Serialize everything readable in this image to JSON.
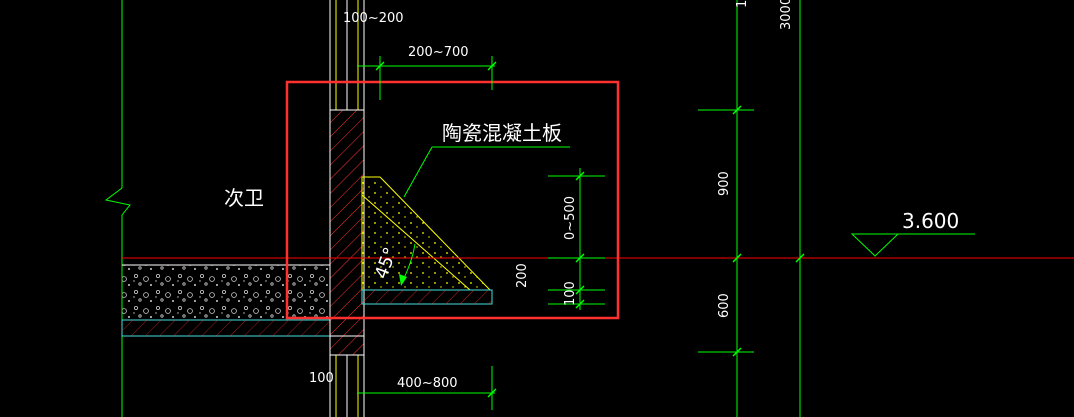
{
  "colors": {
    "background": "#000000",
    "dimension": "#00ff00",
    "wall": "#ffffff",
    "hatch": "#ff3333",
    "highlight": "#ff3030",
    "slab": "#ffff00",
    "cyan": "#40e0e0",
    "level": "#00ff00",
    "redline": "#ff0000",
    "text": "#ffffff"
  },
  "labels": {
    "room_name": "次卫",
    "panel_label": "陶瓷混凝土板",
    "level_value": "3.600",
    "angle": "45°"
  },
  "dimensions": {
    "top_wall": "100~200",
    "top_width": "200~700",
    "bottom_wall": "100",
    "bottom_width": "400~800",
    "height_range": "0~500",
    "slab_thickness": "100",
    "depth": "200",
    "right_top": "3000",
    "right_mid": "900",
    "right_bottom": "600",
    "right_top_cut": "1"
  },
  "icons": {
    "break_line": "zigzag-break-icon",
    "level_marker": "triangle-level-icon",
    "angle_arrow": "arc-arrow-icon"
  }
}
